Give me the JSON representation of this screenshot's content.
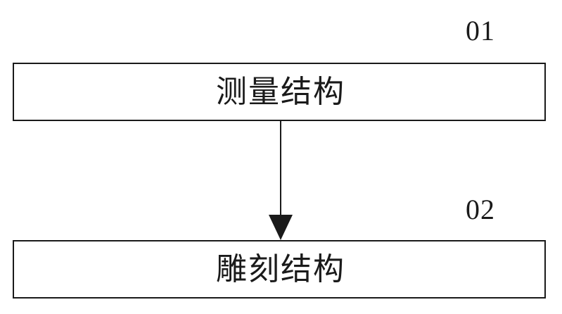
{
  "steps": [
    {
      "ref": "01",
      "label": "测量结构"
    },
    {
      "ref": "02",
      "label": "雕刻结构"
    }
  ],
  "colors": {
    "stroke": "#1a1a1a",
    "background": "#ffffff"
  }
}
